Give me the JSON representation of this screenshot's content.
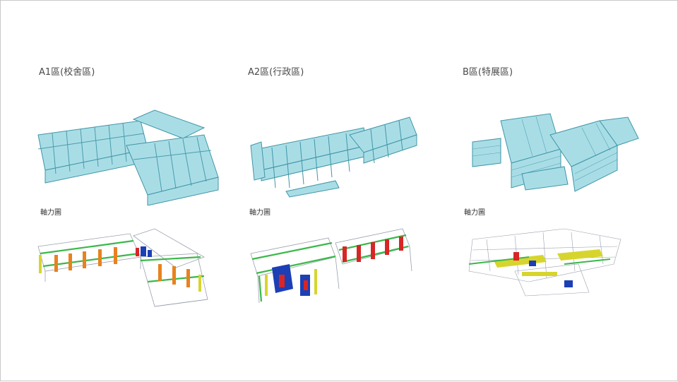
{
  "panels": [
    {
      "title": "A1區(校舍區)",
      "sublabel": "軸力圖"
    },
    {
      "title": "A2區(行政區)",
      "sublabel": "軸力圖"
    },
    {
      "title": "B區(特展區)",
      "sublabel": "軸力圖"
    }
  ],
  "colors": {
    "model_fill": "#a9dde6",
    "model_stroke": "#3f96a6",
    "wire": "#9aa0ad",
    "force_green": "#3bb84a",
    "force_yellow": "#d7d52d",
    "force_orange": "#e8821e",
    "force_blue": "#1c3fb5",
    "force_red": "#d82525"
  }
}
